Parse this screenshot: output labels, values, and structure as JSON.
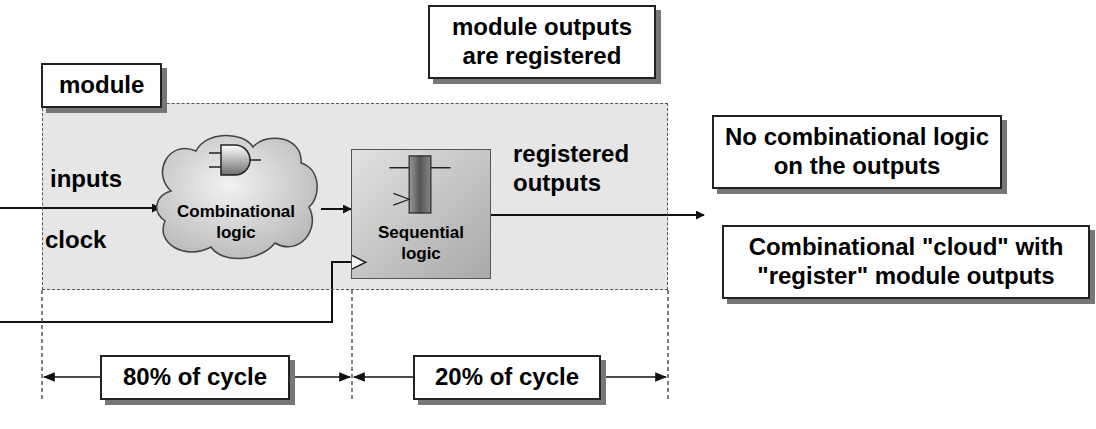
{
  "diagram": {
    "nodes": [
      {
        "text": [
          "module"
        ]
      },
      {
        "text": [
          "module outputs are registered"
        ]
      },
      {
        "text": [
          "Combinational logic"
        ],
        "in": 0
      },
      {
        "text": [
          "Sequential logic"
        ],
        "in": 0
      },
      {
        "text": [
          "No combinational logic on the outputs"
        ]
      },
      {
        "text": [
          "Combinational \"cloud\" with \"register\" module outputs"
        ]
      },
      {
        "text": [
          "80% of cycle"
        ]
      },
      {
        "text": [
          "20% of cycle"
        ]
      }
    ],
    "edges": [
      {
        "from": 2,
        "to": 3,
        "arrow": "to"
      }
    ],
    "labels": [
      "inputs",
      "registered outputs",
      "clock"
    ]
  }
}
